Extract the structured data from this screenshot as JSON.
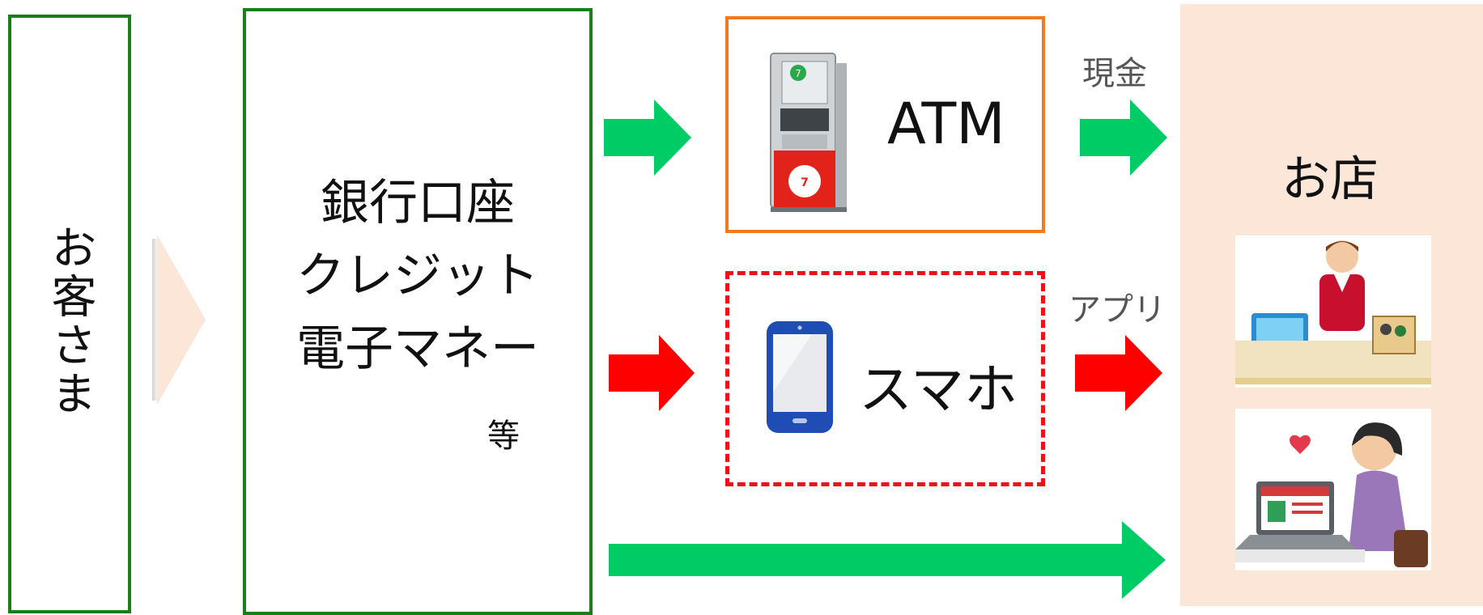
{
  "customer": {
    "label": "お客さま"
  },
  "accounts": {
    "lines": [
      "銀行口座",
      "クレジット",
      "電子マネー"
    ],
    "etc": "等"
  },
  "atm": {
    "label": "ATM",
    "flow_label": "現金"
  },
  "phone": {
    "label": "スマホ",
    "flow_label": "アプリ"
  },
  "shop": {
    "label": "お店"
  },
  "colors": {
    "green_box": "#1a7f1a",
    "green_arrow": "#00cc66",
    "red_arrow": "#ff0000",
    "atm_border": "#f07a1c",
    "phone_border": "#e8141a",
    "shop_bg": "#fbe6d8",
    "chevron": "#fbe6d8"
  },
  "icons": [
    "atm-machine-icon",
    "smartphone-icon",
    "cashier-icon",
    "online-shopping-icon"
  ]
}
